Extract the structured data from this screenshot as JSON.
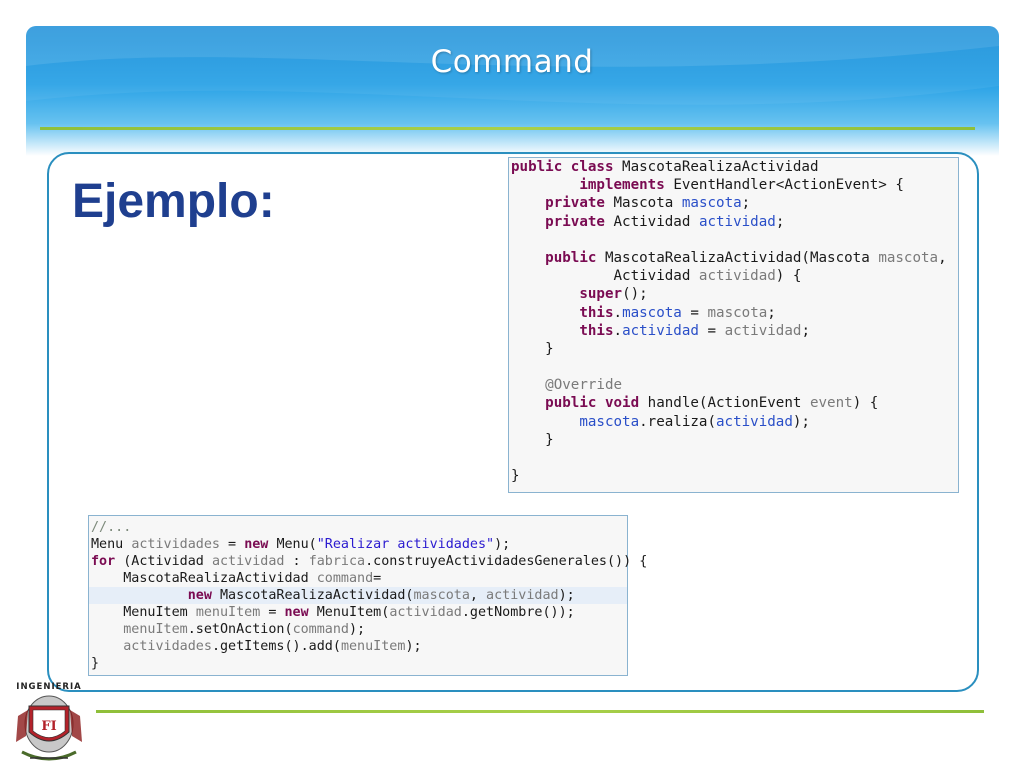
{
  "slide": {
    "title": "Command",
    "heading": "Ejemplo:"
  },
  "code_top": [
    [
      {
        "t": "public class ",
        "c": "kw"
      },
      {
        "t": "MascotaRealizaActividad"
      }
    ],
    [
      {
        "t": "        "
      },
      {
        "t": "implements ",
        "c": "kw"
      },
      {
        "t": "EventHandler<ActionEvent> {"
      }
    ],
    [
      {
        "t": "    "
      },
      {
        "t": "private ",
        "c": "kw"
      },
      {
        "t": "Mascota "
      },
      {
        "t": "mascota",
        "c": "fld"
      },
      {
        "t": ";"
      }
    ],
    [
      {
        "t": "    "
      },
      {
        "t": "private ",
        "c": "kw"
      },
      {
        "t": "Actividad "
      },
      {
        "t": "actividad",
        "c": "fld"
      },
      {
        "t": ";"
      }
    ],
    [
      {
        "t": ""
      }
    ],
    [
      {
        "t": "    "
      },
      {
        "t": "public ",
        "c": "kw"
      },
      {
        "t": "MascotaRealizaActividad(Mascota "
      },
      {
        "t": "mascota",
        "c": "an"
      },
      {
        "t": ","
      }
    ],
    [
      {
        "t": "            Actividad "
      },
      {
        "t": "actividad",
        "c": "an"
      },
      {
        "t": ") {"
      }
    ],
    [
      {
        "t": "        "
      },
      {
        "t": "super",
        "c": "kw"
      },
      {
        "t": "();"
      }
    ],
    [
      {
        "t": "        "
      },
      {
        "t": "this",
        "c": "kw"
      },
      {
        "t": "."
      },
      {
        "t": "mascota",
        "c": "fld"
      },
      {
        "t": " = "
      },
      {
        "t": "mascota",
        "c": "an"
      },
      {
        "t": ";"
      }
    ],
    [
      {
        "t": "        "
      },
      {
        "t": "this",
        "c": "kw"
      },
      {
        "t": "."
      },
      {
        "t": "actividad",
        "c": "fld"
      },
      {
        "t": " = "
      },
      {
        "t": "actividad",
        "c": "an"
      },
      {
        "t": ";"
      }
    ],
    [
      {
        "t": "    }"
      }
    ],
    [
      {
        "t": ""
      }
    ],
    [
      {
        "t": "    "
      },
      {
        "t": "@Override",
        "c": "an"
      }
    ],
    [
      {
        "t": "    "
      },
      {
        "t": "public void ",
        "c": "kw"
      },
      {
        "t": "handle(ActionEvent "
      },
      {
        "t": "event",
        "c": "an"
      },
      {
        "t": ") {"
      }
    ],
    [
      {
        "t": "        "
      },
      {
        "t": "mascota",
        "c": "fld"
      },
      {
        "t": ".realiza("
      },
      {
        "t": "actividad",
        "c": "fld"
      },
      {
        "t": ");"
      }
    ],
    [
      {
        "t": "    }"
      }
    ],
    [
      {
        "t": ""
      }
    ],
    [
      {
        "t": "}"
      }
    ]
  ],
  "code_bottom": [
    [
      {
        "t": "//...",
        "c": "cm"
      }
    ],
    [
      {
        "t": "Menu "
      },
      {
        "t": "actividades",
        "c": "an"
      },
      {
        "t": " = "
      },
      {
        "t": "new ",
        "c": "kw"
      },
      {
        "t": "Menu("
      },
      {
        "t": "\"Realizar actividades\"",
        "c": "str"
      },
      {
        "t": ");"
      }
    ],
    [
      {
        "t": "for ",
        "c": "kw"
      },
      {
        "t": "(Actividad "
      },
      {
        "t": "actividad",
        "c": "an"
      },
      {
        "t": " : "
      },
      {
        "t": "fabrica",
        "c": "an"
      },
      {
        "t": ".construyeActividadesGenerales()) {"
      }
    ],
    [
      {
        "t": "    MascotaRealizaActividad "
      },
      {
        "t": "command",
        "c": "an"
      },
      {
        "t": "="
      }
    ],
    [
      {
        "t": "            "
      },
      {
        "t": "new ",
        "c": "kw"
      },
      {
        "t": "MascotaRealizaActividad("
      },
      {
        "t": "mascota",
        "c": "an"
      },
      {
        "t": ", "
      },
      {
        "t": "actividad",
        "c": "an"
      },
      {
        "t": ");"
      }
    ],
    [
      {
        "t": "    MenuItem "
      },
      {
        "t": "menuItem",
        "c": "an"
      },
      {
        "t": " = "
      },
      {
        "t": "new ",
        "c": "kw"
      },
      {
        "t": "MenuItem("
      },
      {
        "t": "actividad",
        "c": "an"
      },
      {
        "t": ".getNombre());"
      }
    ],
    [
      {
        "t": "    "
      },
      {
        "t": "menuItem",
        "c": "an"
      },
      {
        "t": ".setOnAction("
      },
      {
        "t": "command",
        "c": "an"
      },
      {
        "t": ");"
      }
    ],
    [
      {
        "t": "    "
      },
      {
        "t": "actividades",
        "c": "an"
      },
      {
        "t": ".getItems().add("
      },
      {
        "t": "menuItem",
        "c": "an"
      },
      {
        "t": ");"
      }
    ],
    [
      {
        "t": "}"
      }
    ]
  ],
  "highlight_line_bottom": 4,
  "logo": {
    "text": "INGENIERIA",
    "letter": "FI"
  },
  "colors": {
    "accent": "#1b8fd9",
    "rule": "#9ac840",
    "heading": "#1f3f8f",
    "panel_border": "#2a8fbf"
  }
}
